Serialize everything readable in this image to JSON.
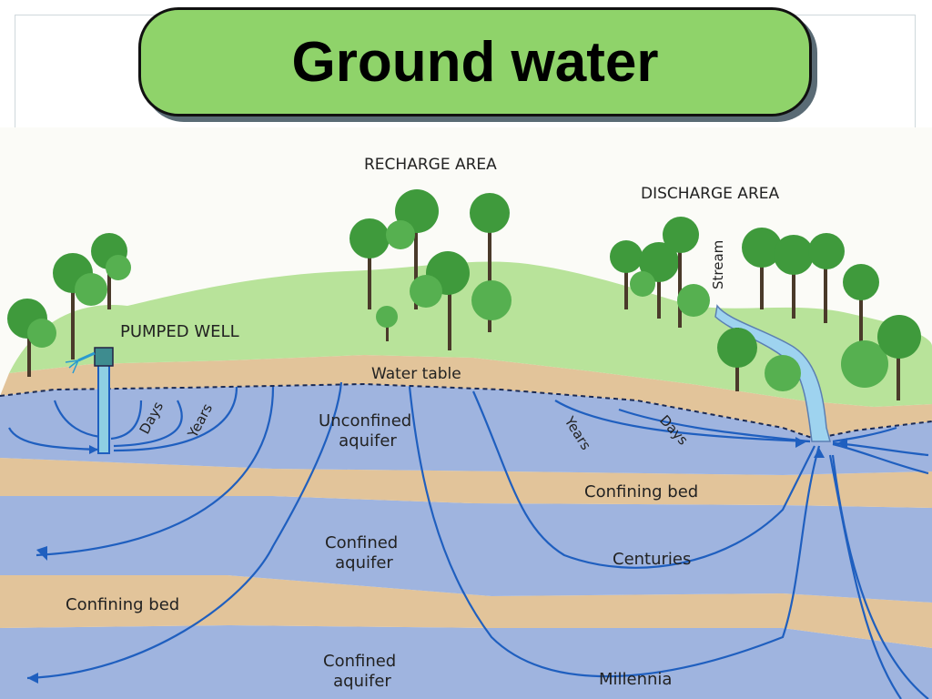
{
  "title": "Ground water",
  "labels": {
    "recharge_area": "RECHARGE AREA",
    "discharge_area": "DISCHARGE AREA",
    "stream": "Stream",
    "pumped_well": "PUMPED WELL",
    "water_table": "Water table",
    "unconfined_aquifer_line1": "Unconfined",
    "unconfined_aquifer_line2": "aquifer",
    "days_left": "Days",
    "years_left": "Years",
    "years_right": "Years",
    "days_right": "Days",
    "confining_bed_upper": "Confining bed",
    "confined_aquifer_upper_line1": "Confined",
    "confined_aquifer_upper_line2": "aquifer",
    "centuries": "Centuries",
    "confining_bed_lower": "Confining bed",
    "confined_aquifer_lower_line1": "Confined",
    "confined_aquifer_lower_line2": "aquifer",
    "millennia": "Millennia"
  },
  "colors": {
    "title_fill": "#8fd36a",
    "hill": "#b8e39a",
    "sand": "#e2c49a",
    "aquifer": "#9fb4df",
    "flow_lines": "#1f5fbf",
    "stream": "#9ed3ef",
    "tree_foliage": "#3f9a3c",
    "trunk": "#4a3a2a"
  }
}
